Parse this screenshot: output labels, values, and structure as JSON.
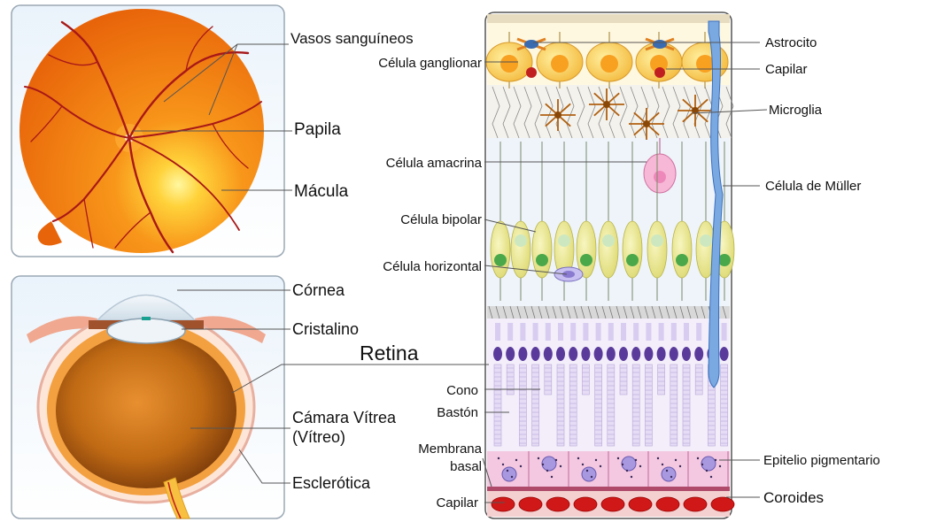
{
  "labels": {
    "vasos": "Vasos sanguíneos",
    "papila": "Papila",
    "macula": "Mácula",
    "cornea": "Córnea",
    "cristalino": "Cristalino",
    "retina": "Retina",
    "camara_1": "Cámara Vítrea",
    "camara_2": "(Vítreo)",
    "esclerotica": "Esclerótica",
    "celula_ganglionar": "Célula ganglionar",
    "celula_amacrina": "Célula amacrina",
    "celula_bipolar": "Célula bipolar",
    "celula_horizontal": "Célula horizontal",
    "cono": "Cono",
    "baston": "Bastón",
    "membrana_1": "Membrana",
    "membrana_2": "basal",
    "capilar_left": "Capilar",
    "astrocito": "Astrocito",
    "capilar_right": "Capilar",
    "microglia": "Microglia",
    "celula_muller": "Célula de Müller",
    "epitelio": "Epitelio pigmentario",
    "coroides": "Coroides"
  },
  "colors": {
    "fundus_orange": "#f0780a",
    "macula_yellow": "#ffe23a",
    "vessel_red": "#a81818",
    "vitreous_brown": "#b05a10",
    "ganglion_yellow": "#f8c040",
    "bipolar_green": "#4aa84a",
    "amacrine_pink": "#ee88bb",
    "photoreceptor_purple": "#5a3a9a",
    "muller_blue": "#5a8ad0",
    "microglia_brown": "#b06010",
    "choroid_red": "#d01818"
  }
}
